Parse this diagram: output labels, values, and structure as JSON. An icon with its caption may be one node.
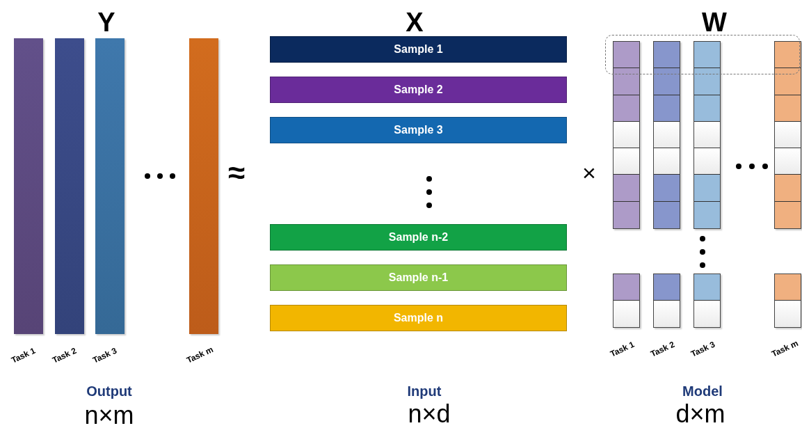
{
  "diagram": {
    "nodes": [
      {
        "text": [],
        "shape": "bar",
        "beside": [
          "Task 1"
        ]
      },
      {
        "text": [],
        "shape": "bar",
        "beside": [
          "Task 2"
        ]
      },
      {
        "text": [],
        "shape": "bar",
        "beside": [
          "Task 3"
        ]
      },
      {
        "text": [],
        "shape": "bar",
        "beside": [
          "Task m"
        ]
      },
      {
        "text": [
          "Sample 1"
        ]
      },
      {
        "text": [
          "Sample 2"
        ]
      },
      {
        "text": [
          "Sample 3"
        ]
      },
      {
        "text": [
          "Sample n-2"
        ]
      },
      {
        "text": [
          "Sample n-1"
        ]
      },
      {
        "text": [
          "Sample n"
        ]
      },
      {
        "text": [],
        "shape": "box"
      },
      {
        "text": [],
        "shape": "bar"
      },
      {
        "text": [],
        "shape": "bar"
      },
      {
        "text": [],
        "shape": "bar"
      },
      {
        "text": [],
        "shape": "bar"
      },
      {
        "text": [],
        "shape": "bar",
        "beside": [
          "Task 1"
        ]
      },
      {
        "text": [],
        "shape": "bar",
        "beside": [
          "Task 2"
        ]
      },
      {
        "text": [],
        "shape": "bar",
        "beside": [
          "Task 3"
        ]
      },
      {
        "text": [],
        "shape": "bar",
        "beside": [
          "Task m"
        ]
      }
    ],
    "edges": [],
    "labels": [
      "Y",
      "X",
      "W",
      "≈",
      "×",
      "Output",
      "Input",
      "Model",
      "n×m",
      "n×d",
      "d×m"
    ]
  }
}
